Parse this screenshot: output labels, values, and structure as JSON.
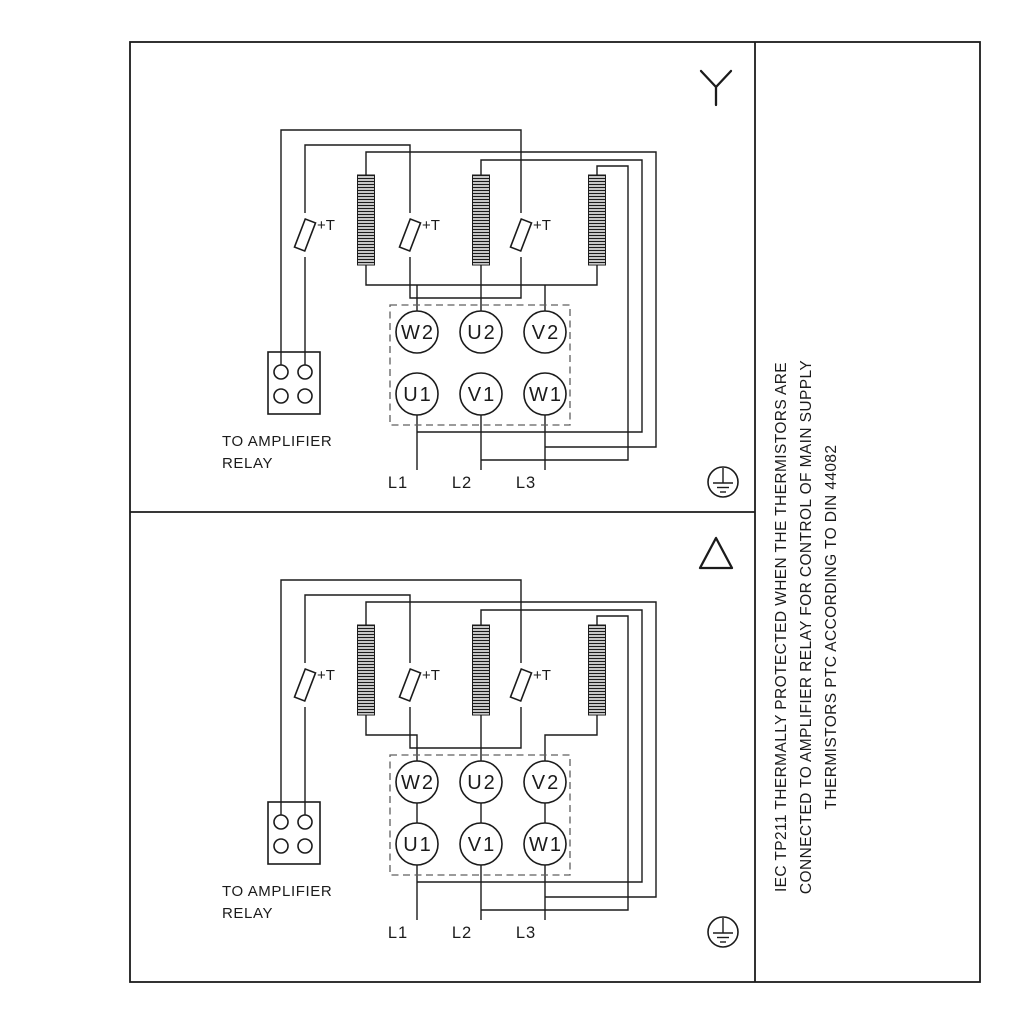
{
  "side_note": {
    "line1": "IEC TP211 THERMALLY PROTECTED WHEN THE THERMISTORS ARE",
    "line2": "CONNECTED TO AMPLIFIER RELAY FOR CONTROL OF MAIN SUPPLY",
    "line3": "THERMISTORS PTC ACCORDING TO DIN 44082"
  },
  "panels": [
    {
      "connection": "star",
      "thermistor_label": "+T",
      "terminals": {
        "top": [
          "W2",
          "U2",
          "V2"
        ],
        "bottom": [
          "U1",
          "V1",
          "W1"
        ]
      },
      "relay_line1": "TO AMPLIFIER",
      "relay_line2": "RELAY",
      "phases": [
        "L1",
        "L2",
        "L3"
      ]
    },
    {
      "connection": "delta",
      "thermistor_label": "+T",
      "terminals": {
        "top": [
          "W2",
          "U2",
          "V2"
        ],
        "bottom": [
          "U1",
          "V1",
          "W1"
        ]
      },
      "relay_line1": "TO AMPLIFIER",
      "relay_line2": "RELAY",
      "phases": [
        "L1",
        "L2",
        "L3"
      ]
    }
  ],
  "colors": {
    "ink": "#1b1b1b",
    "background": "#ffffff"
  }
}
